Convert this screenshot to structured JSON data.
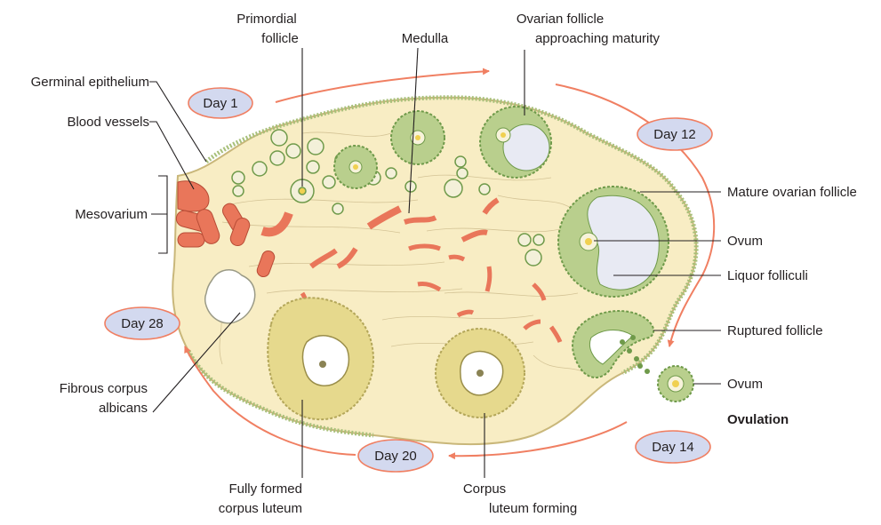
{
  "labels": {
    "germinal_epithelium": "Germinal epithelium",
    "blood_vessels": "Blood vessels",
    "mesovarium": "Mesovarium",
    "primordial_follicle_1": "Primordial",
    "primordial_follicle_2": "follicle",
    "medulla": "Medulla",
    "ovarian_follicle_1": "Ovarian follicle",
    "ovarian_follicle_2": "approaching maturity",
    "mature_follicle": "Mature ovarian follicle",
    "ovum_1": "Ovum",
    "liquor_folliculi": "Liquor folliculi",
    "ruptured_follicle": "Ruptured follicle",
    "ovum_2": "Ovum",
    "ovulation": "Ovulation",
    "fibrous_1": "Fibrous corpus",
    "fibrous_2": "albicans",
    "fully_formed_1": "Fully formed",
    "fully_formed_2": "corpus luteum",
    "corpus_forming_1": "Corpus",
    "corpus_forming_2": "luteum forming"
  },
  "days": {
    "day1": "Day 1",
    "day12": "Day 12",
    "day14": "Day 14",
    "day20": "Day 20",
    "day28": "Day 28"
  },
  "colors": {
    "stroma": "#f8edc4",
    "follicle_cells": "#b9cf8d",
    "follicle_cell_edge": "#6f9a4a",
    "antrum": "#e8eaf3",
    "vessel": "#e9765a",
    "luteum": "#e6d98d",
    "day_badge": "#d3d9ef",
    "day_border": "#f07f62",
    "cycle_arrow": "#f07f62"
  }
}
